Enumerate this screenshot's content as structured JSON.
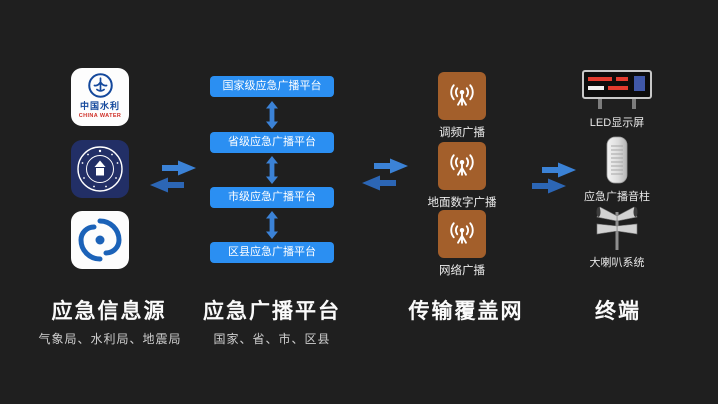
{
  "sources": {
    "title": "应急信息源",
    "subtitle": "气象局、水利局、地震局",
    "water_logo": {
      "line1": "中国水利",
      "line2": "CHINA WATER"
    },
    "logos": [
      "china-water",
      "water-resources-seal",
      "meteorological-administration"
    ]
  },
  "platforms": {
    "title": "应急广播平台",
    "subtitle": "国家、省、市、区县",
    "nodes": [
      "国家级应急广播平台",
      "省级应急广播平台",
      "市级应急广播平台",
      "区县应急广播平台"
    ]
  },
  "network": {
    "title": "传输覆盖网",
    "nodes": [
      "调频广播",
      "地面数字广播",
      "网络广播"
    ]
  },
  "terminals": {
    "title": "终端",
    "nodes": [
      "LED显示屏",
      "应急广播音柱",
      "大喇叭系统"
    ]
  },
  "colors": {
    "background": "#1f1f1f",
    "platform_blue": "#2b8ff2",
    "network_brown": "#a35f2b",
    "arrow_blue": "#3b82d6",
    "arrow_blue_dark": "#2c66b5"
  }
}
